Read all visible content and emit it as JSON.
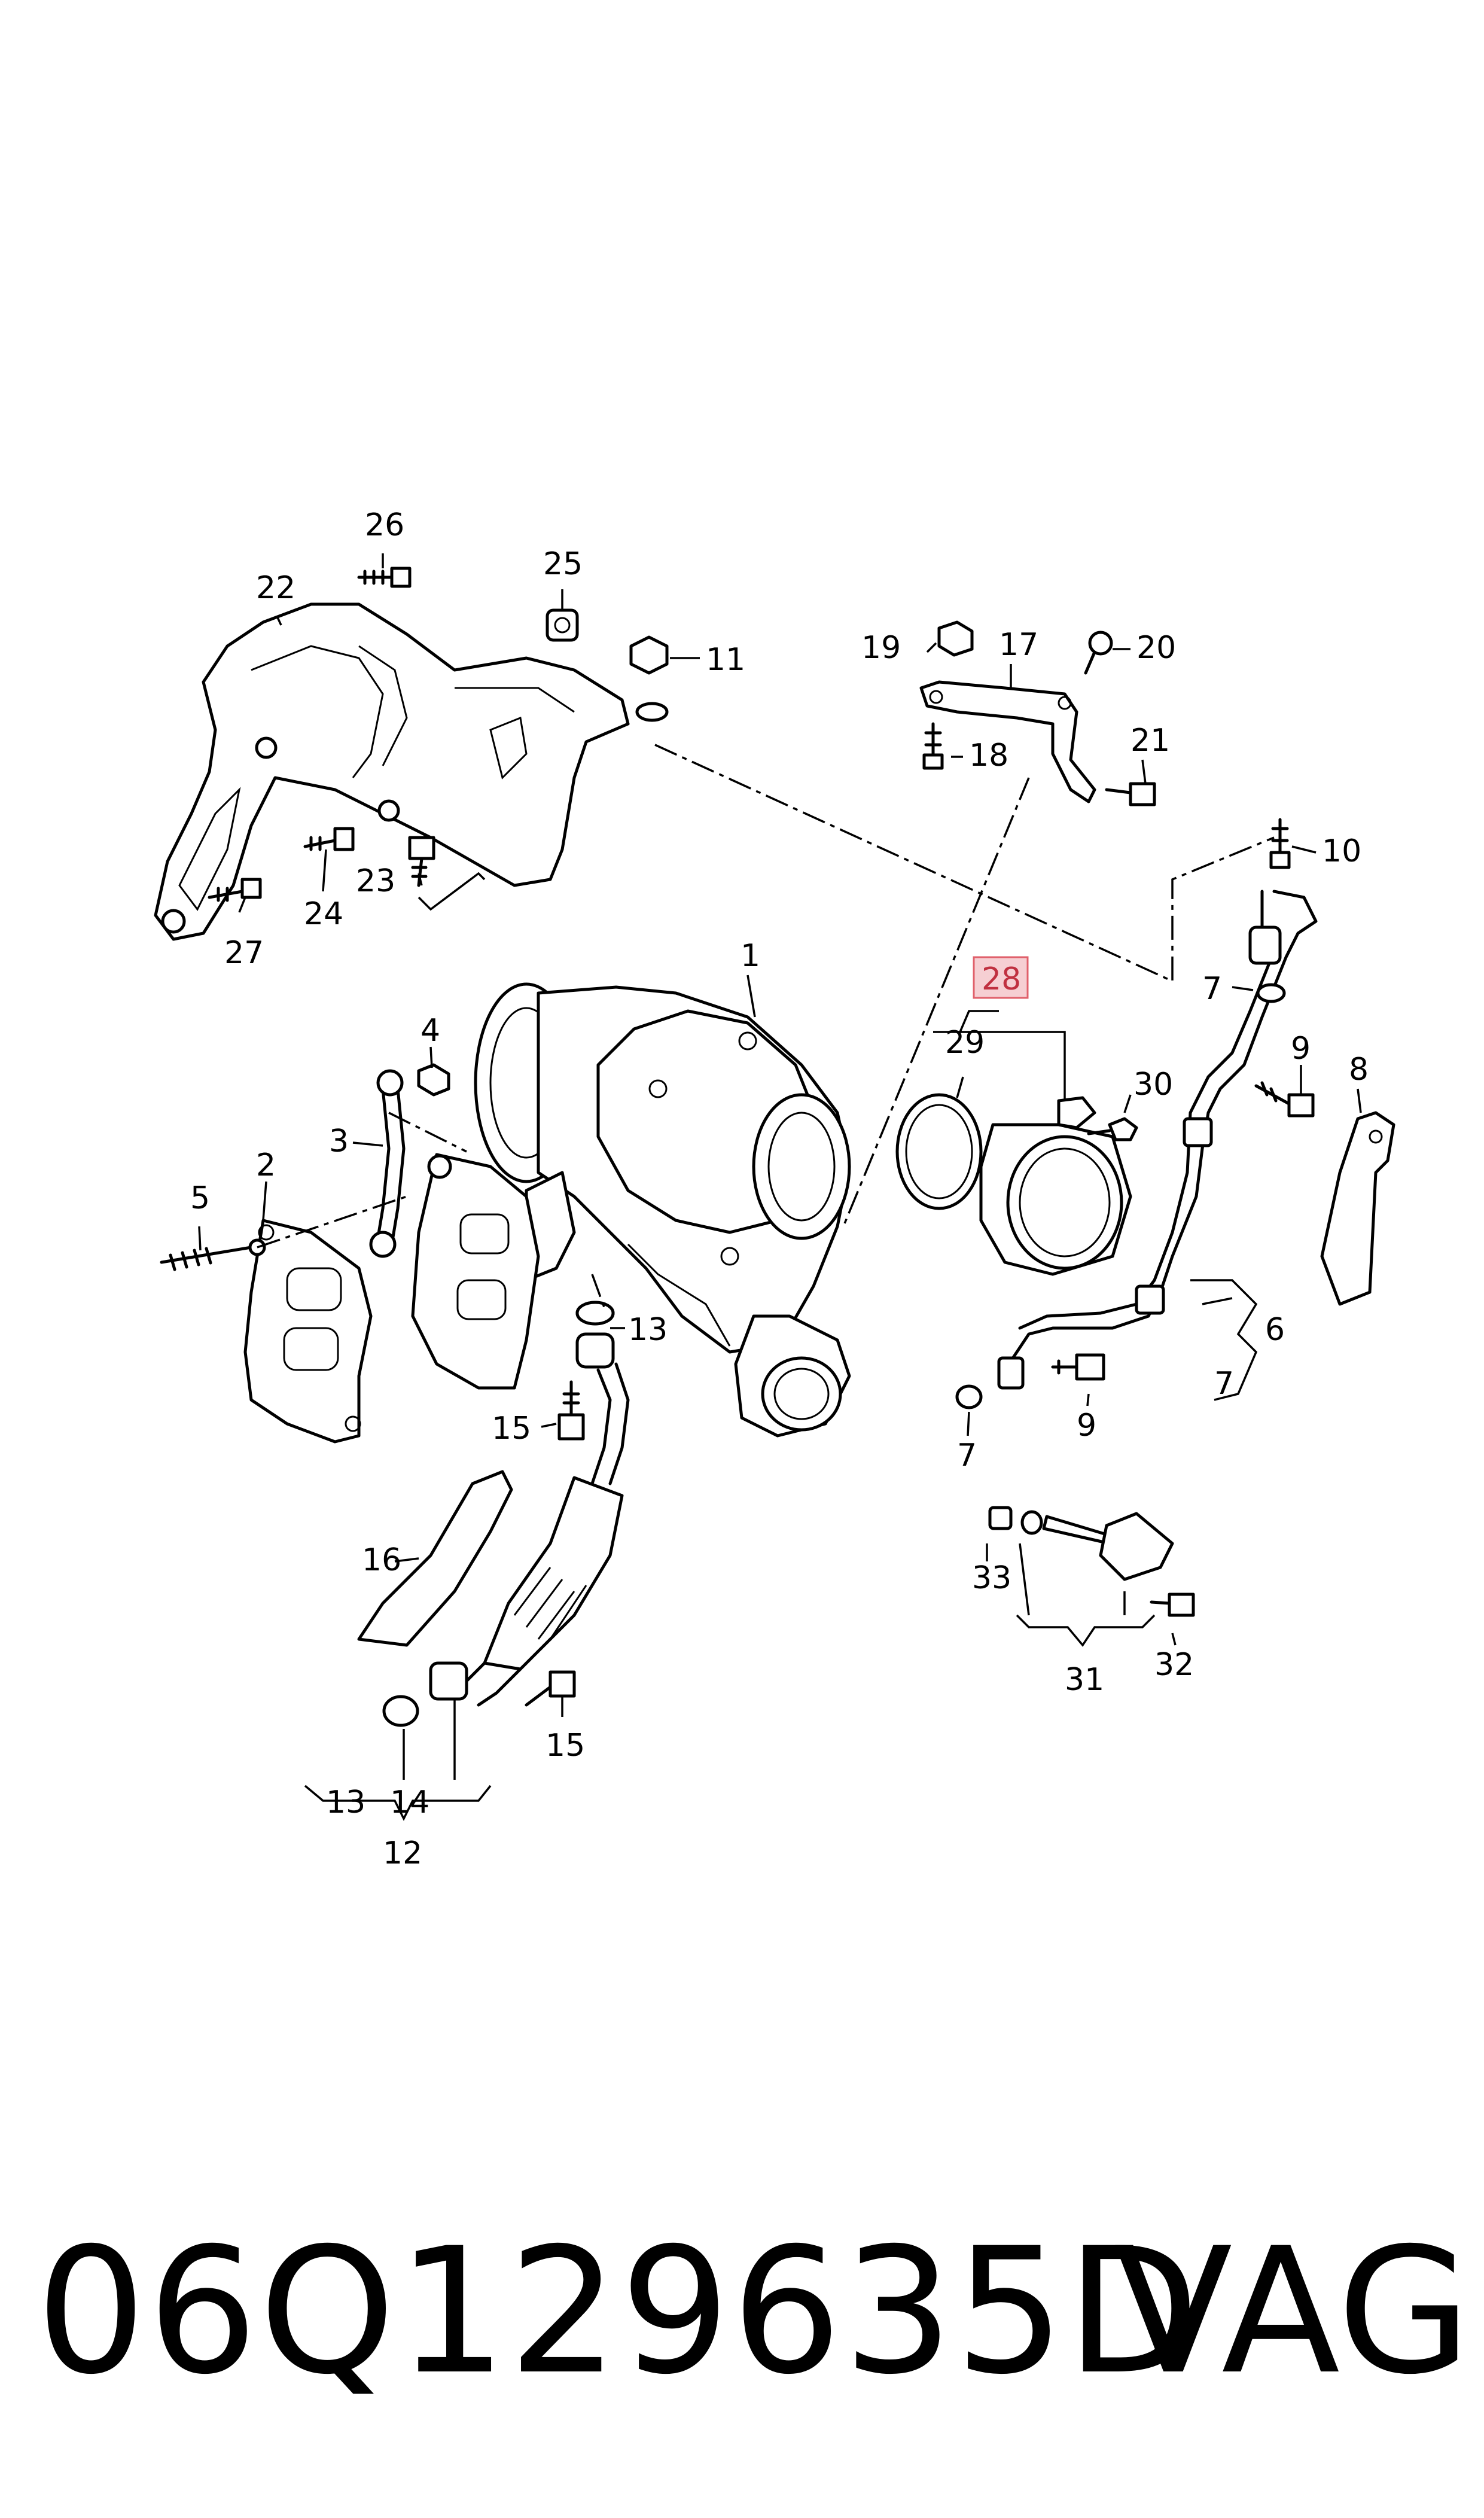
{
  "callouts": {
    "c1": "1",
    "c2": "2",
    "c3": "3",
    "c4": "4",
    "c5": "5",
    "c6": "6",
    "c7a": "7",
    "c7b": "7",
    "c7c": "7",
    "c8": "8",
    "c9a": "9",
    "c9b": "9",
    "c10": "10",
    "c11": "11",
    "c12": "12",
    "c13a": "13",
    "c13b": "13",
    "c14": "14",
    "c15a": "15",
    "c15b": "15",
    "c16": "16",
    "c17": "17",
    "c18": "18",
    "c19": "19",
    "c20": "20",
    "c21": "21",
    "c22": "22",
    "c23": "23",
    "c24": "24",
    "c25": "25",
    "c26": "26",
    "c27": "27",
    "c28": "28",
    "c29": "29",
    "c30": "30",
    "c31": "31",
    "c32": "32",
    "c33": "33"
  },
  "highlighted_callout": "28",
  "footer": {
    "part_number": "06Q129635D",
    "brand": "VAG"
  },
  "colors": {
    "line": "#000000",
    "highlight_fill": "#f6cfd3",
    "highlight_border": "#e0606b",
    "highlight_text": "#c03040"
  }
}
